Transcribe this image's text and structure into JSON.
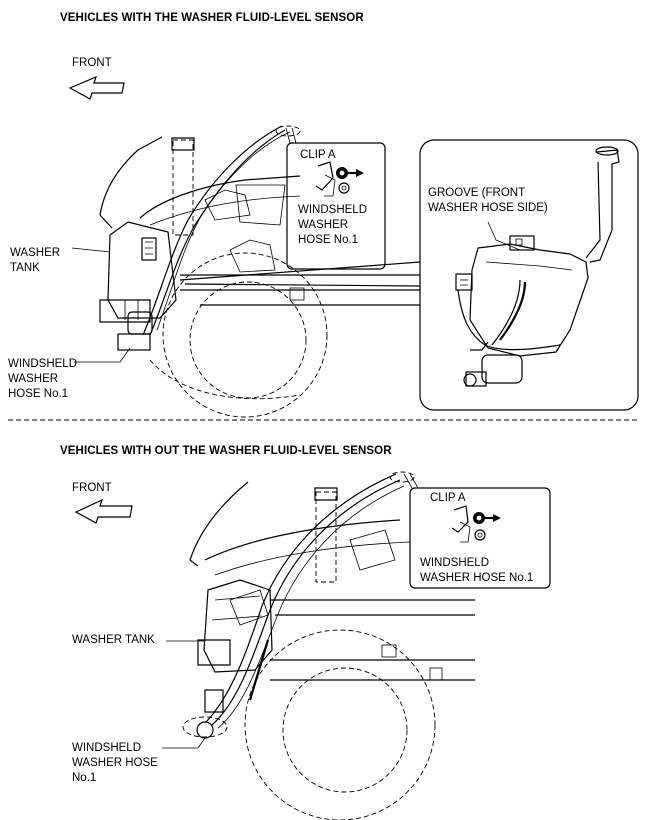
{
  "section_with": {
    "title": "VEHICLES WITH THE WASHER FLUID-LEVEL SENSOR",
    "front": "FRONT",
    "washer_tank": [
      "WASHER",
      "TANK"
    ],
    "hose_label": [
      "WINDSHELD",
      "WASHER",
      "HOSE No.1"
    ],
    "callout_clip": "CLIP A",
    "callout_hose": [
      "WINDSHELD",
      "WASHER",
      "HOSE No.1"
    ],
    "groove_label": [
      "GROOVE (FRONT",
      "WASHER HOSE SIDE)"
    ]
  },
  "section_without": {
    "title": "VEHICLES WITH OUT THE WASHER FLUID-LEVEL SENSOR",
    "front": "FRONT",
    "washer_tank": "WASHER TANK",
    "hose_label": [
      "WINDSHELD",
      "WASHER HOSE",
      "No.1"
    ],
    "callout_clip": "CLIP A",
    "callout_hose": [
      "WINDSHELD",
      "WASHER HOSE No.1"
    ]
  }
}
